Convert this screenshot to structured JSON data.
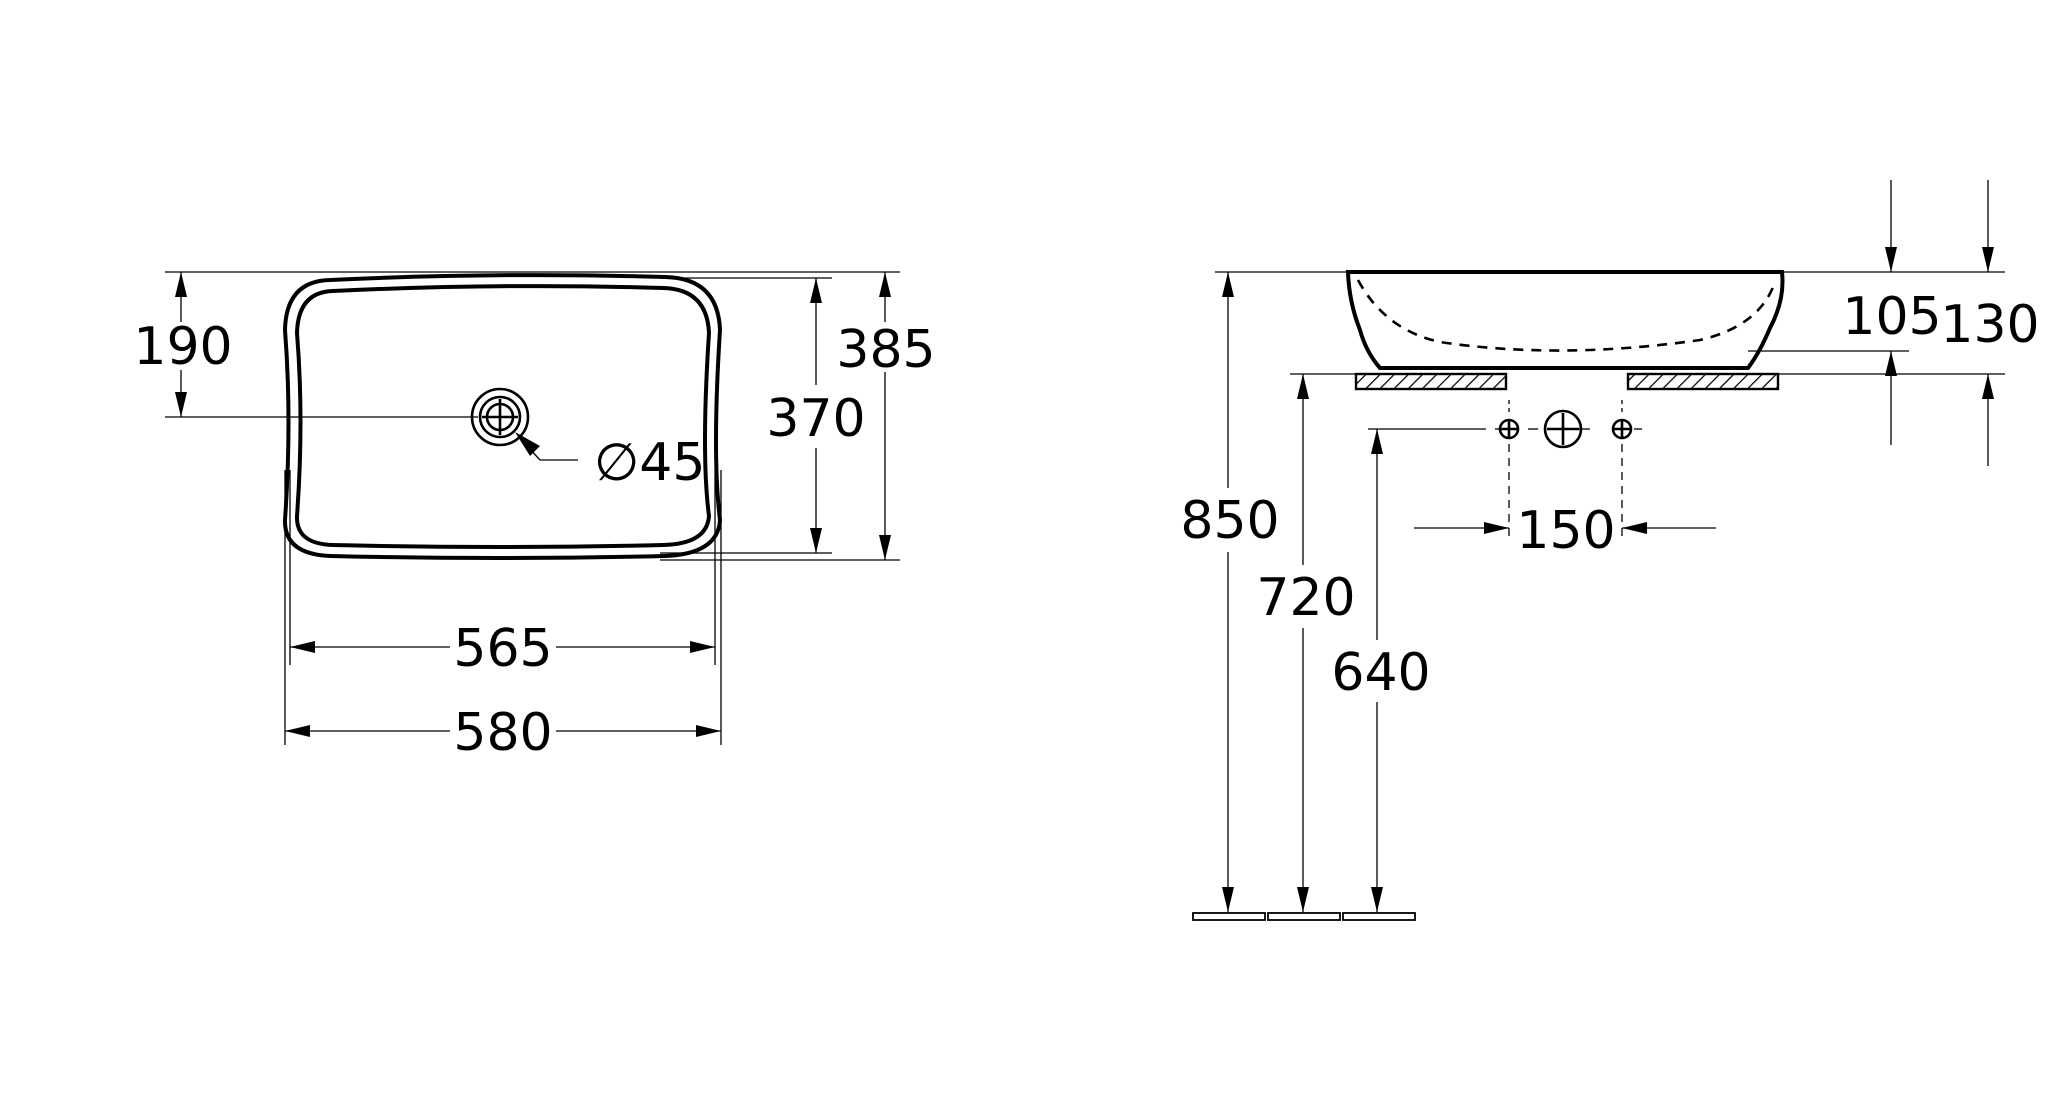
{
  "top_view": {
    "dim_hole_offset": "190",
    "dim_outer_depth": "385",
    "dim_inner_depth": "370",
    "dim_hole_diameter": "∅45",
    "dim_inner_width": "565",
    "dim_outer_width": "580"
  },
  "side_view": {
    "dim_bowl_height_inner": "105",
    "dim_bowl_height_outer": "130",
    "dim_total_height": "850",
    "dim_counter_height": "720",
    "dim_supply_height": "640",
    "dim_tap_spacing": "150"
  }
}
